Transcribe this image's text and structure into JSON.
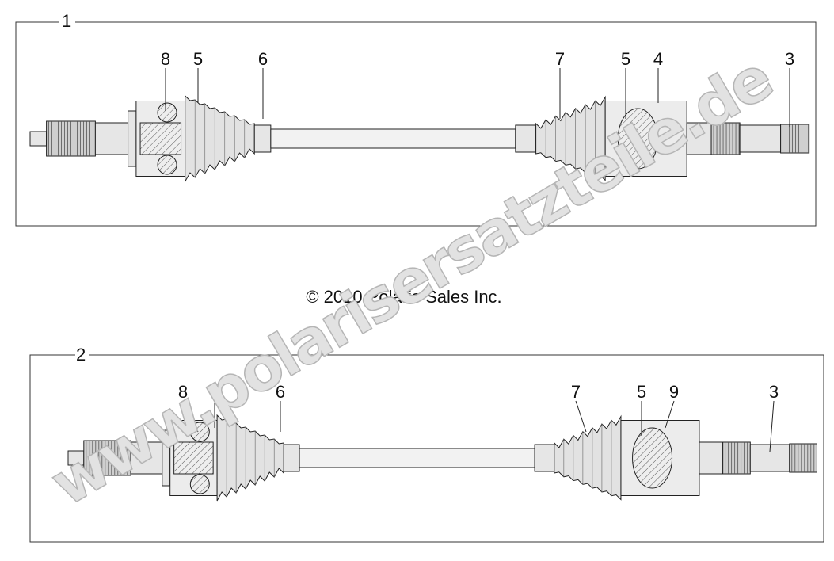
{
  "copyright": "© 2010 Polaris Sales Inc.",
  "watermark": "www.polarisersatzteile.de",
  "assemblies": [
    {
      "label": "1",
      "callouts": [
        "8",
        "5",
        "6",
        "7",
        "5",
        "4",
        "3"
      ]
    },
    {
      "label": "2",
      "callouts": [
        "8",
        "5",
        "6",
        "7",
        "5",
        "9",
        "3"
      ]
    }
  ]
}
